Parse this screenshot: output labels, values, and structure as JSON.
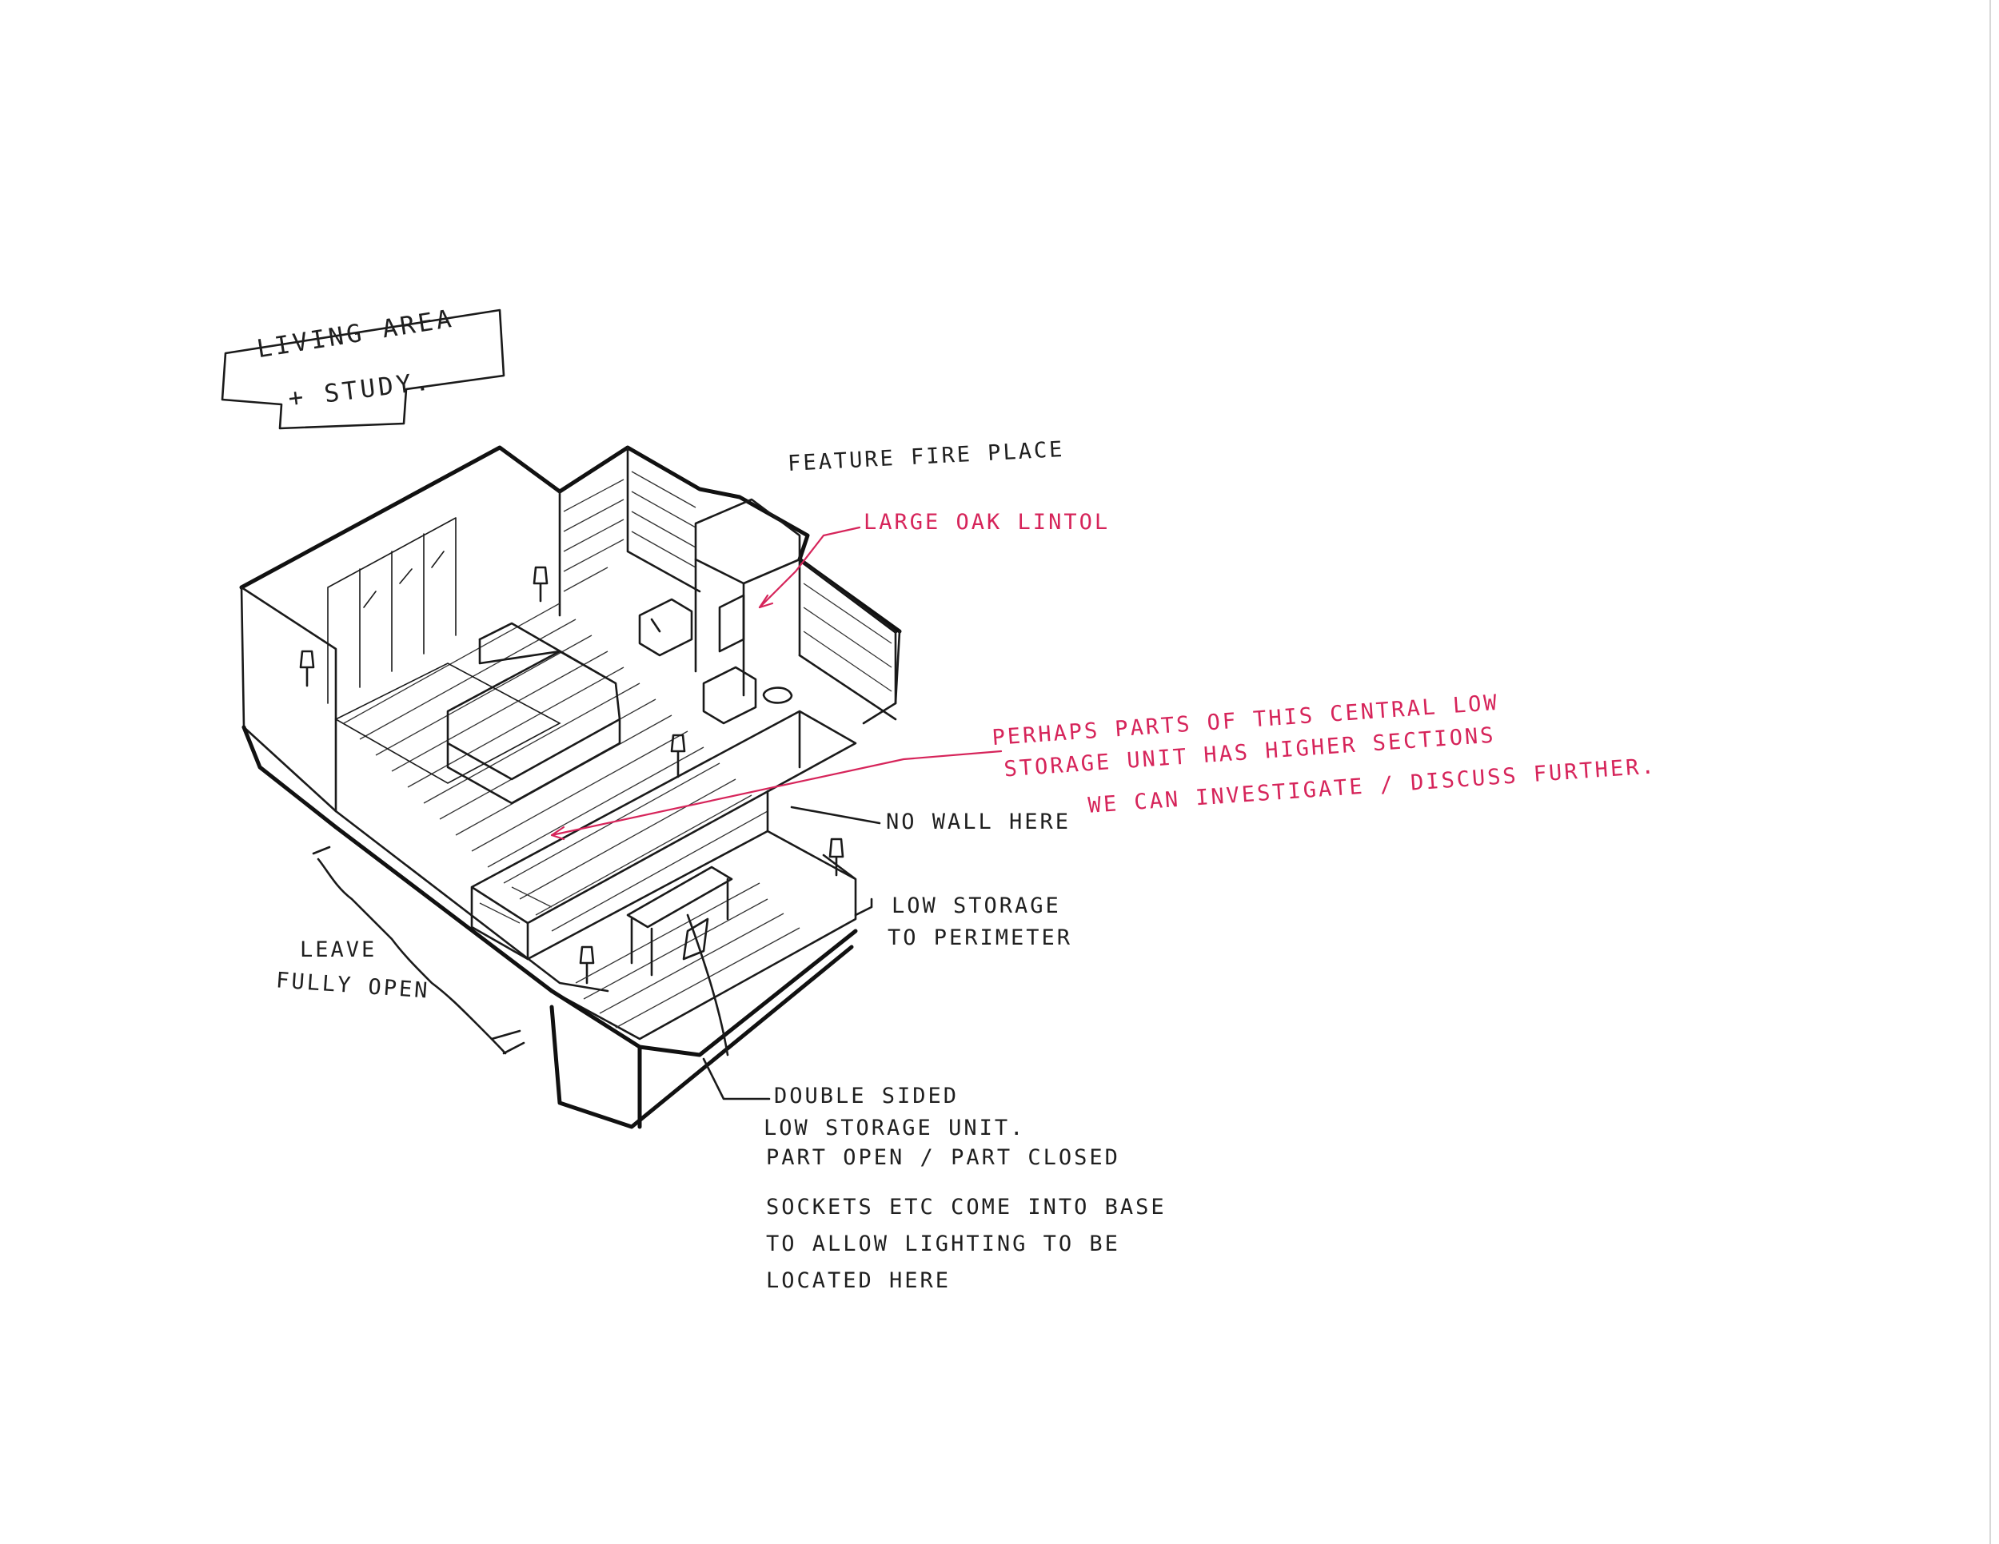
{
  "title": {
    "line1": "LIVING AREA",
    "line2": "+ STUDY."
  },
  "annotations": {
    "feature_fireplace": "FEATURE FIRE PLACE",
    "oak_lintol": "LARGE OAK LINTOL",
    "central_unit": [
      "PERHAPS PARTS OF THIS CENTRAL LOW",
      "STORAGE UNIT HAS HIGHER SECTIONS",
      "WE CAN INVESTIGATE / DISCUSS FURTHER."
    ],
    "no_wall": "NO WALL HERE",
    "low_storage": [
      "LOW STORAGE",
      "TO PERIMETER"
    ],
    "leave_open": [
      "LEAVE",
      "FULLY OPEN"
    ],
    "double_sided": [
      "DOUBLE SIDED",
      "LOW STORAGE UNIT."
    ],
    "part_open": "PART OPEN / PART CLOSED",
    "sockets": [
      "SOCKETS ETC COME INTO BASE",
      "TO ALLOW LIGHTING TO BE",
      "LOCATED HERE"
    ]
  },
  "colors": {
    "ink": "#1a1a1a",
    "red_ink": "#d6245a",
    "paper": "#ffffff"
  }
}
